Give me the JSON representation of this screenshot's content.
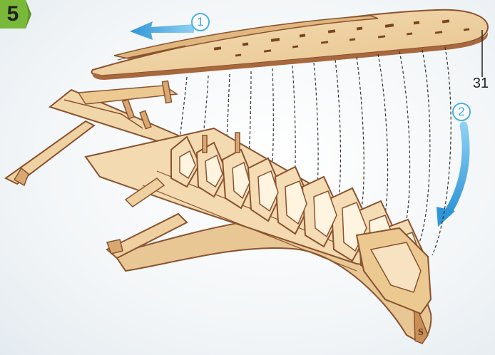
{
  "step": {
    "number": "5"
  },
  "callout": {
    "part_number": "31"
  },
  "arrows": [
    {
      "order": "1"
    },
    {
      "order": "2"
    }
  ],
  "colors": {
    "badge": "#7ab83a",
    "arrow": "#3aa3dc",
    "wood_light": "#f0d3a4",
    "wood_edge": "#8a5230"
  }
}
